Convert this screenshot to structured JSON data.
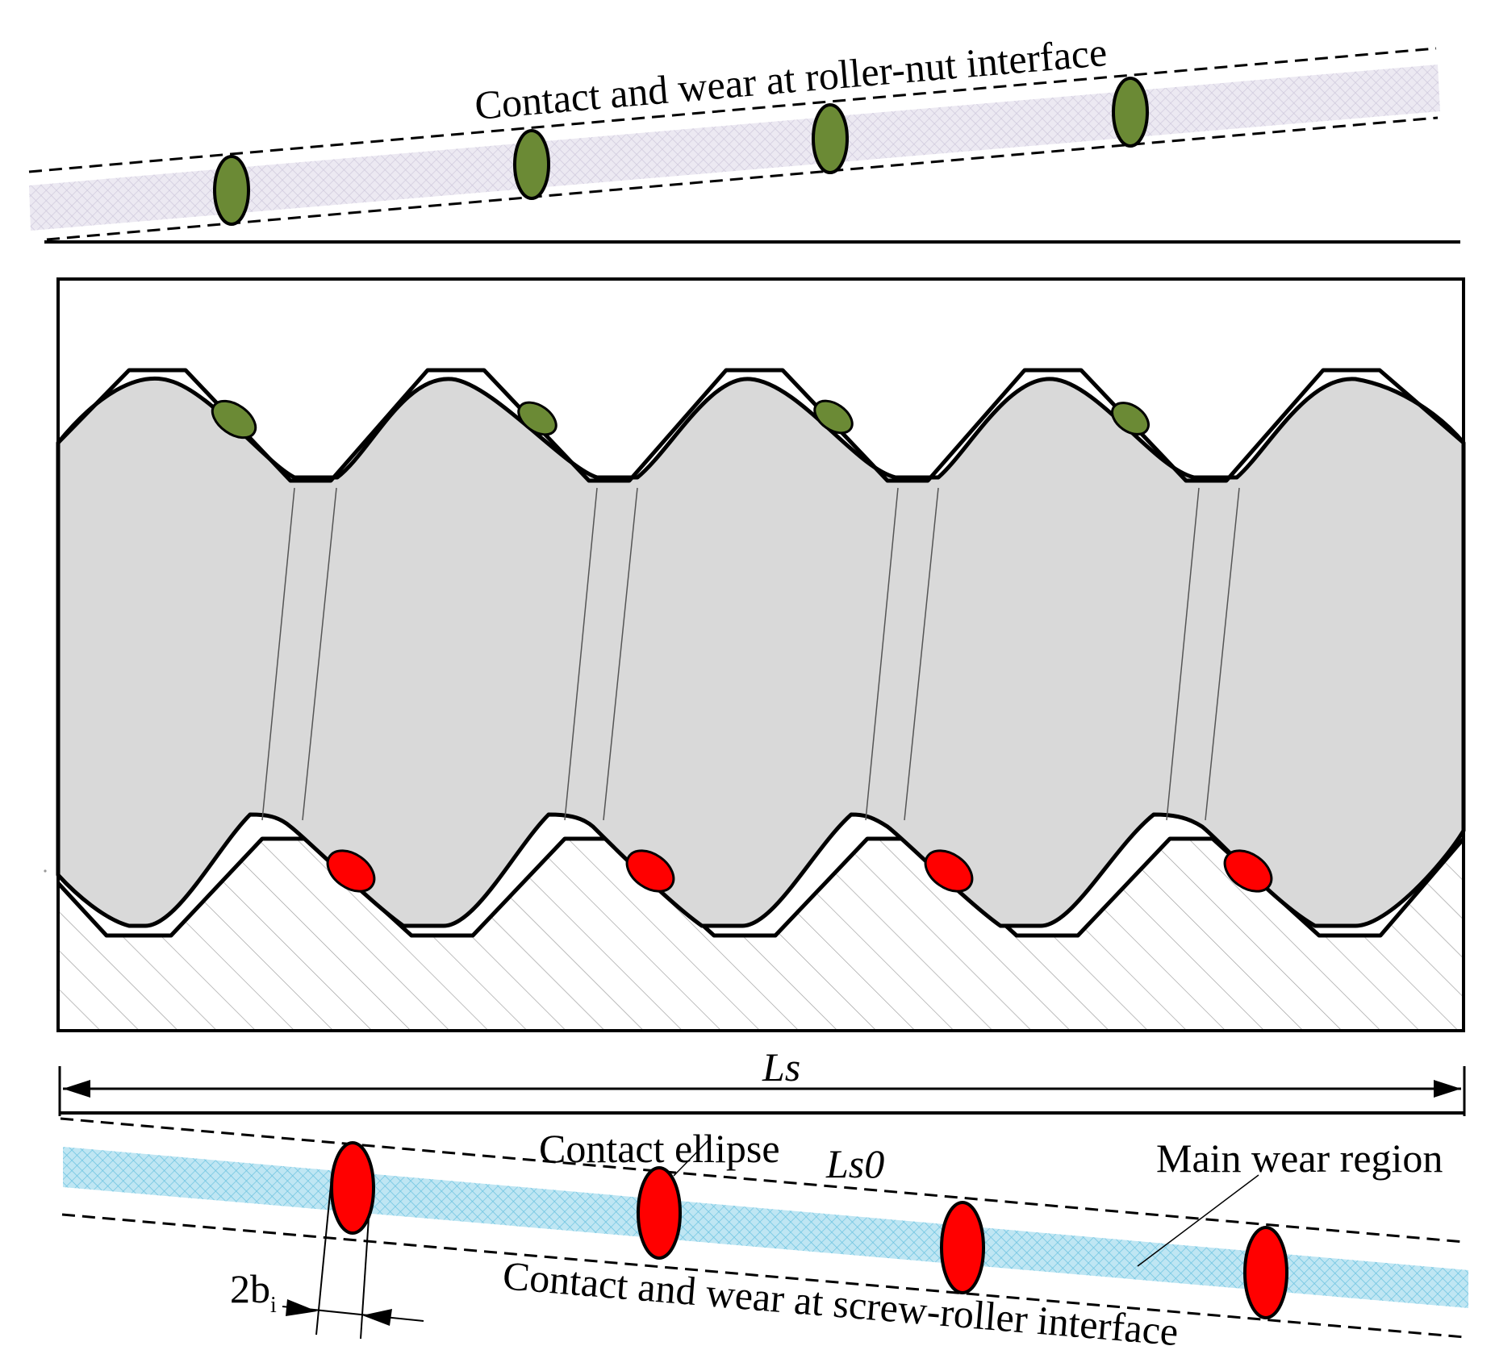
{
  "labels": {
    "roller_nut": "Contact and wear at roller-nut interface",
    "screw_roller": "Contact and wear at screw-roller interface",
    "contact_ellipse": "Contact ellipse",
    "main_wear_region": "Main wear region",
    "ls": "Ls",
    "ls0": "Ls0",
    "two_b": "2b",
    "two_b_sub": "i"
  },
  "colors": {
    "nut_contact": "#6b8a35",
    "screw_contact": "#ff0000",
    "roller_body": "#d9d9d9",
    "nut_wear_band": "#e6e3ee",
    "screw_wear_band": "#a8dcef",
    "outline": "#000000"
  },
  "counts": {
    "nut_contacts_top_strip": 4,
    "screw_contacts_bottom_strip": 4,
    "thread_pitches": 4
  }
}
